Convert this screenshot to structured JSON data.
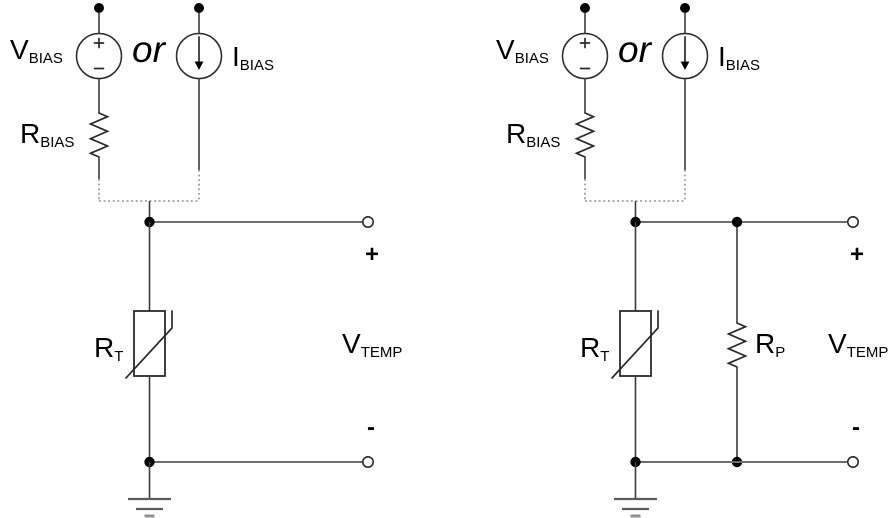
{
  "colors": {
    "background": "#ffffff",
    "wire": "#3c3c3c",
    "rail": "#6e6e6e",
    "dotted": "#8a8a8a",
    "outline": "#2b2b2b",
    "text": "#000000"
  },
  "icons": {
    "voltage-source-icon": "circle-with-plus-minus",
    "current-source-icon": "circle-with-down-arrow",
    "resistor-icon": "zigzag",
    "thermistor-icon": "rect-with-diagonal-strike",
    "ground-icon": "three-stacked-bars",
    "terminal-icon": "open-circle",
    "junction-icon": "filled-dot"
  },
  "circuits": {
    "left": {
      "labels": {
        "vbias": {
          "main": "V",
          "sub": "BIAS"
        },
        "or": "or",
        "ibias": {
          "main": "I",
          "sub": "BIAS"
        },
        "rbias": {
          "main": "R",
          "sub": "BIAS"
        },
        "rt": {
          "main": "R",
          "sub": "T"
        },
        "vtemp": {
          "main": "V",
          "sub": "TEMP"
        },
        "plus": "+",
        "minus": "-"
      }
    },
    "right": {
      "labels": {
        "vbias": {
          "main": "V",
          "sub": "BIAS"
        },
        "or": "or",
        "ibias": {
          "main": "I",
          "sub": "BIAS"
        },
        "rbias": {
          "main": "R",
          "sub": "BIAS"
        },
        "rt": {
          "main": "R",
          "sub": "T"
        },
        "rp": {
          "main": "R",
          "sub": "P"
        },
        "vtemp": {
          "main": "V",
          "sub": "TEMP"
        },
        "plus": "+",
        "minus": "-"
      }
    }
  }
}
